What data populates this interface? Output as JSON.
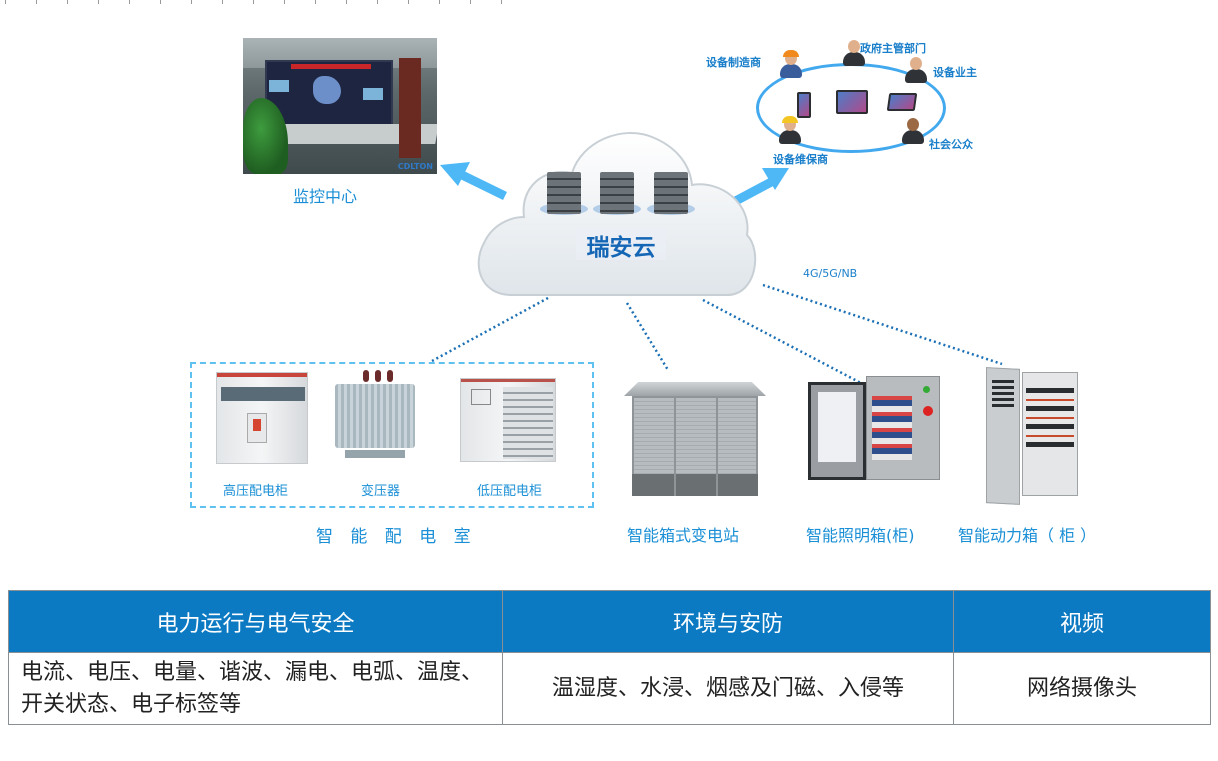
{
  "cloud": {
    "title": "瑞安云"
  },
  "monitor_center": {
    "label": "监控中心",
    "photo_logo": "CDLTON"
  },
  "stakeholders": {
    "items": [
      {
        "label": "设备制造商"
      },
      {
        "label": "政府主管部门"
      },
      {
        "label": "设备业主"
      },
      {
        "label": "社会公众"
      },
      {
        "label": "设备维保商"
      }
    ]
  },
  "network": {
    "label": "4G/5G/NB"
  },
  "distribution_room": {
    "label": "智 能 配 电 室",
    "equipment": [
      {
        "label": "高压配电柜"
      },
      {
        "label": "变压器"
      },
      {
        "label": "低压配电柜"
      }
    ]
  },
  "devices": [
    {
      "label": "智能箱式变电站"
    },
    {
      "label": "智能照明箱(柜)"
    },
    {
      "label": "智能动力箱（ 柜 ）"
    }
  ],
  "colors": {
    "accent": "#1a8fd6",
    "header_bg": "#0c7ac3",
    "arrow": "#4db8f5",
    "dotted_line": "#1a6fb5"
  },
  "table": {
    "headers": [
      "电力运行与电气安全",
      "环境与安防",
      "视频"
    ],
    "rows": [
      [
        "电流、电压、电量、谐波、漏电、电弧、温度、开关状态、电子标签等",
        "温湿度、水浸、烟感及门磁、入侵等",
        "网络摄像头"
      ]
    ]
  }
}
